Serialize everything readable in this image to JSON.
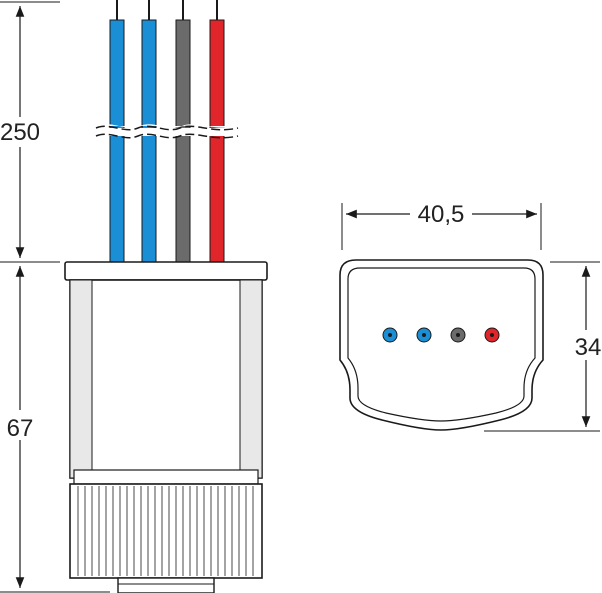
{
  "dimensions": {
    "wire_length": "250",
    "body_height": "67",
    "top_width": "40,5",
    "top_depth": "34"
  },
  "wires": [
    {
      "color_name": "blue",
      "color": "#1a8fd6"
    },
    {
      "color_name": "blue",
      "color": "#1a8fd6"
    },
    {
      "color_name": "grey",
      "color": "#6b6b6b"
    },
    {
      "color_name": "red",
      "color": "#e0262b"
    }
  ],
  "colors": {
    "line": "#1a1a1a",
    "shading": "#d9d9d9"
  }
}
